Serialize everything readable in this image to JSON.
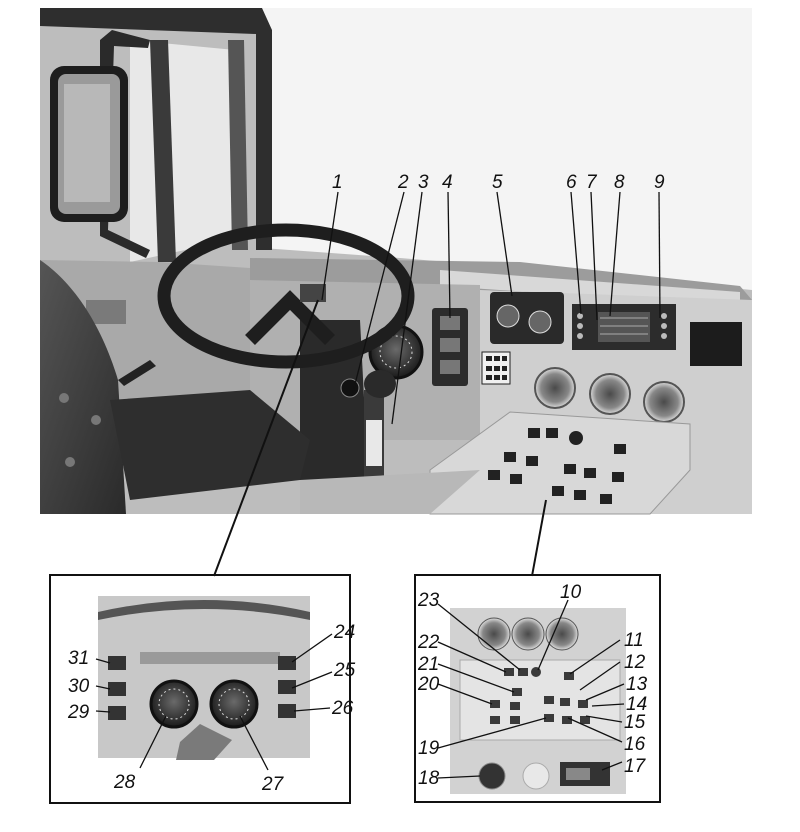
{
  "callouts_main": [
    "1",
    "2",
    "3",
    "4",
    "5",
    "6",
    "7",
    "8",
    "9"
  ],
  "callouts_left_inset": [
    "24",
    "25",
    "26",
    "27",
    "28",
    "29",
    "30",
    "31"
  ],
  "callouts_right_inset": [
    "10",
    "11",
    "12",
    "13",
    "14",
    "15",
    "16",
    "17",
    "18",
    "19",
    "20",
    "21",
    "22",
    "23"
  ],
  "colors": {
    "line": "#111111",
    "cab_dark": "#3a3a3a",
    "cab_mid": "#8a8a8a",
    "cab_light": "#d4d4d4",
    "background": "#ffffff"
  }
}
